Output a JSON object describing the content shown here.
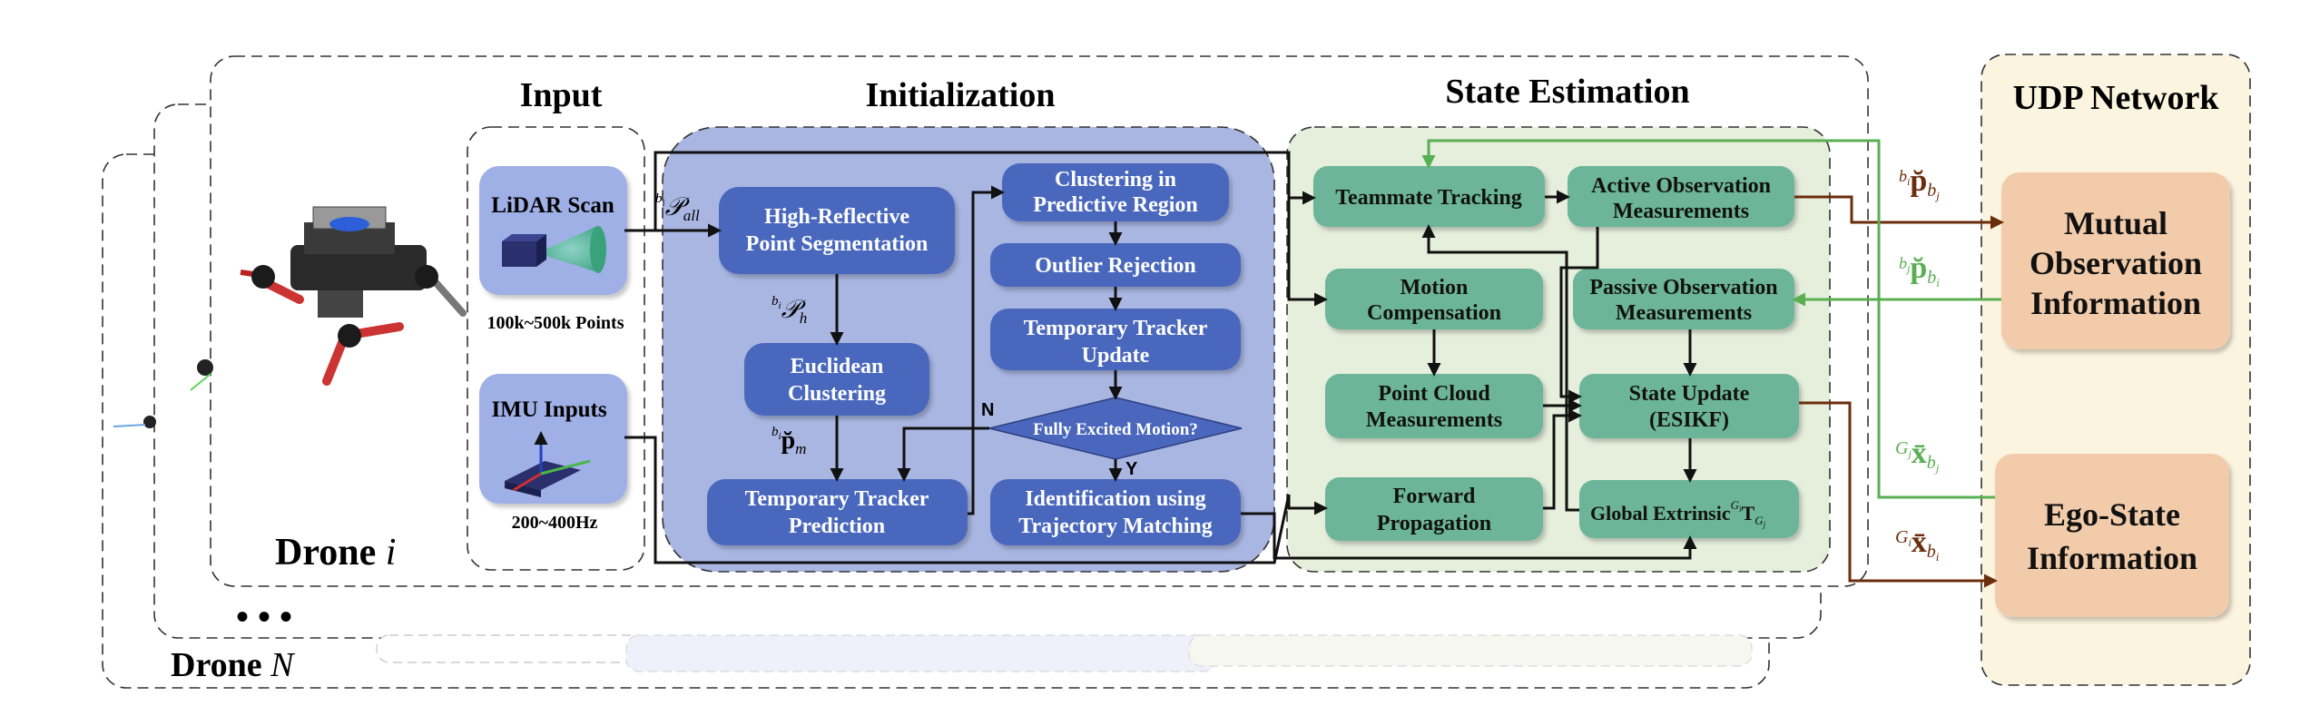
{
  "sections": {
    "input": "Input",
    "initialization": "Initialization",
    "state_estimation": "State Estimation",
    "udp_network": "UDP Network"
  },
  "drone": {
    "label_i": "Drone",
    "sym_i": "i",
    "label_n": "Drone",
    "sym_n": "N",
    "ellipsis": "• • •"
  },
  "input": {
    "lidar": "LiDAR Scan",
    "lidar_rate": "100k~500k Points",
    "imu": "IMU Inputs",
    "imu_rate": "200~400Hz"
  },
  "init": {
    "hrps": [
      "High-Reflective",
      "Point Segmentation"
    ],
    "euclid": [
      "Euclidean",
      "Clustering"
    ],
    "ttp": [
      "Temporary Tracker",
      "Prediction"
    ],
    "cluster_pred": [
      "Clustering in",
      "Predictive Region"
    ],
    "outlier": [
      "Outlier Rejection"
    ],
    "ttu": [
      "Temporary Tracker",
      "Update"
    ],
    "excited": "Fully Excited Motion?",
    "ident": [
      "Identification using",
      "Trajectory Matching"
    ],
    "yes": "Y",
    "no": "N"
  },
  "state": {
    "teammate": [
      "Teammate Tracking"
    ],
    "active": [
      "Active Observation",
      "Measurements"
    ],
    "motion": [
      "Motion",
      "Compensation"
    ],
    "passive": [
      "Passive Observation",
      "Measurements"
    ],
    "pcm": [
      "Point Cloud",
      "Measurements"
    ],
    "update": [
      "State Update",
      "(ESIKF)"
    ],
    "forward": [
      "Forward",
      "Propagation"
    ],
    "global": "Global Extrinsic"
  },
  "udp": {
    "mutual": [
      "Mutual",
      "Observation",
      "Information"
    ],
    "ego": [
      "Ego-State",
      "Information"
    ]
  },
  "math": {
    "p_all_sup": "b",
    "p_all_supsub": "i",
    "p_all": "𝒫",
    "p_all_sub": "all",
    "p_h": "𝒫",
    "p_h_sub": "h",
    "p_m": "p̆",
    "p_m_sub": "m",
    "bj_p_bi_base": "p̆",
    "bi_p_bj_base": "p̆",
    "xbar_bj": "x̄",
    "xbar_bi": "x̄",
    "T": "T",
    "sub_b": "b",
    "sub_i": "i",
    "sub_j": "j",
    "sub_G": "G"
  },
  "colors": {
    "blue_box": "#4a67bd",
    "blue_panel": "#a9b6e2",
    "green_box": "#6cb59a",
    "green_panel": "#e6efdc",
    "udp_bg": "#fbf4df",
    "peach_box": "#f2ccaa",
    "brown_arrow": "#6b2d0c",
    "green_arrow": "#5aaf52",
    "input_blue": "#9fb0e6"
  }
}
